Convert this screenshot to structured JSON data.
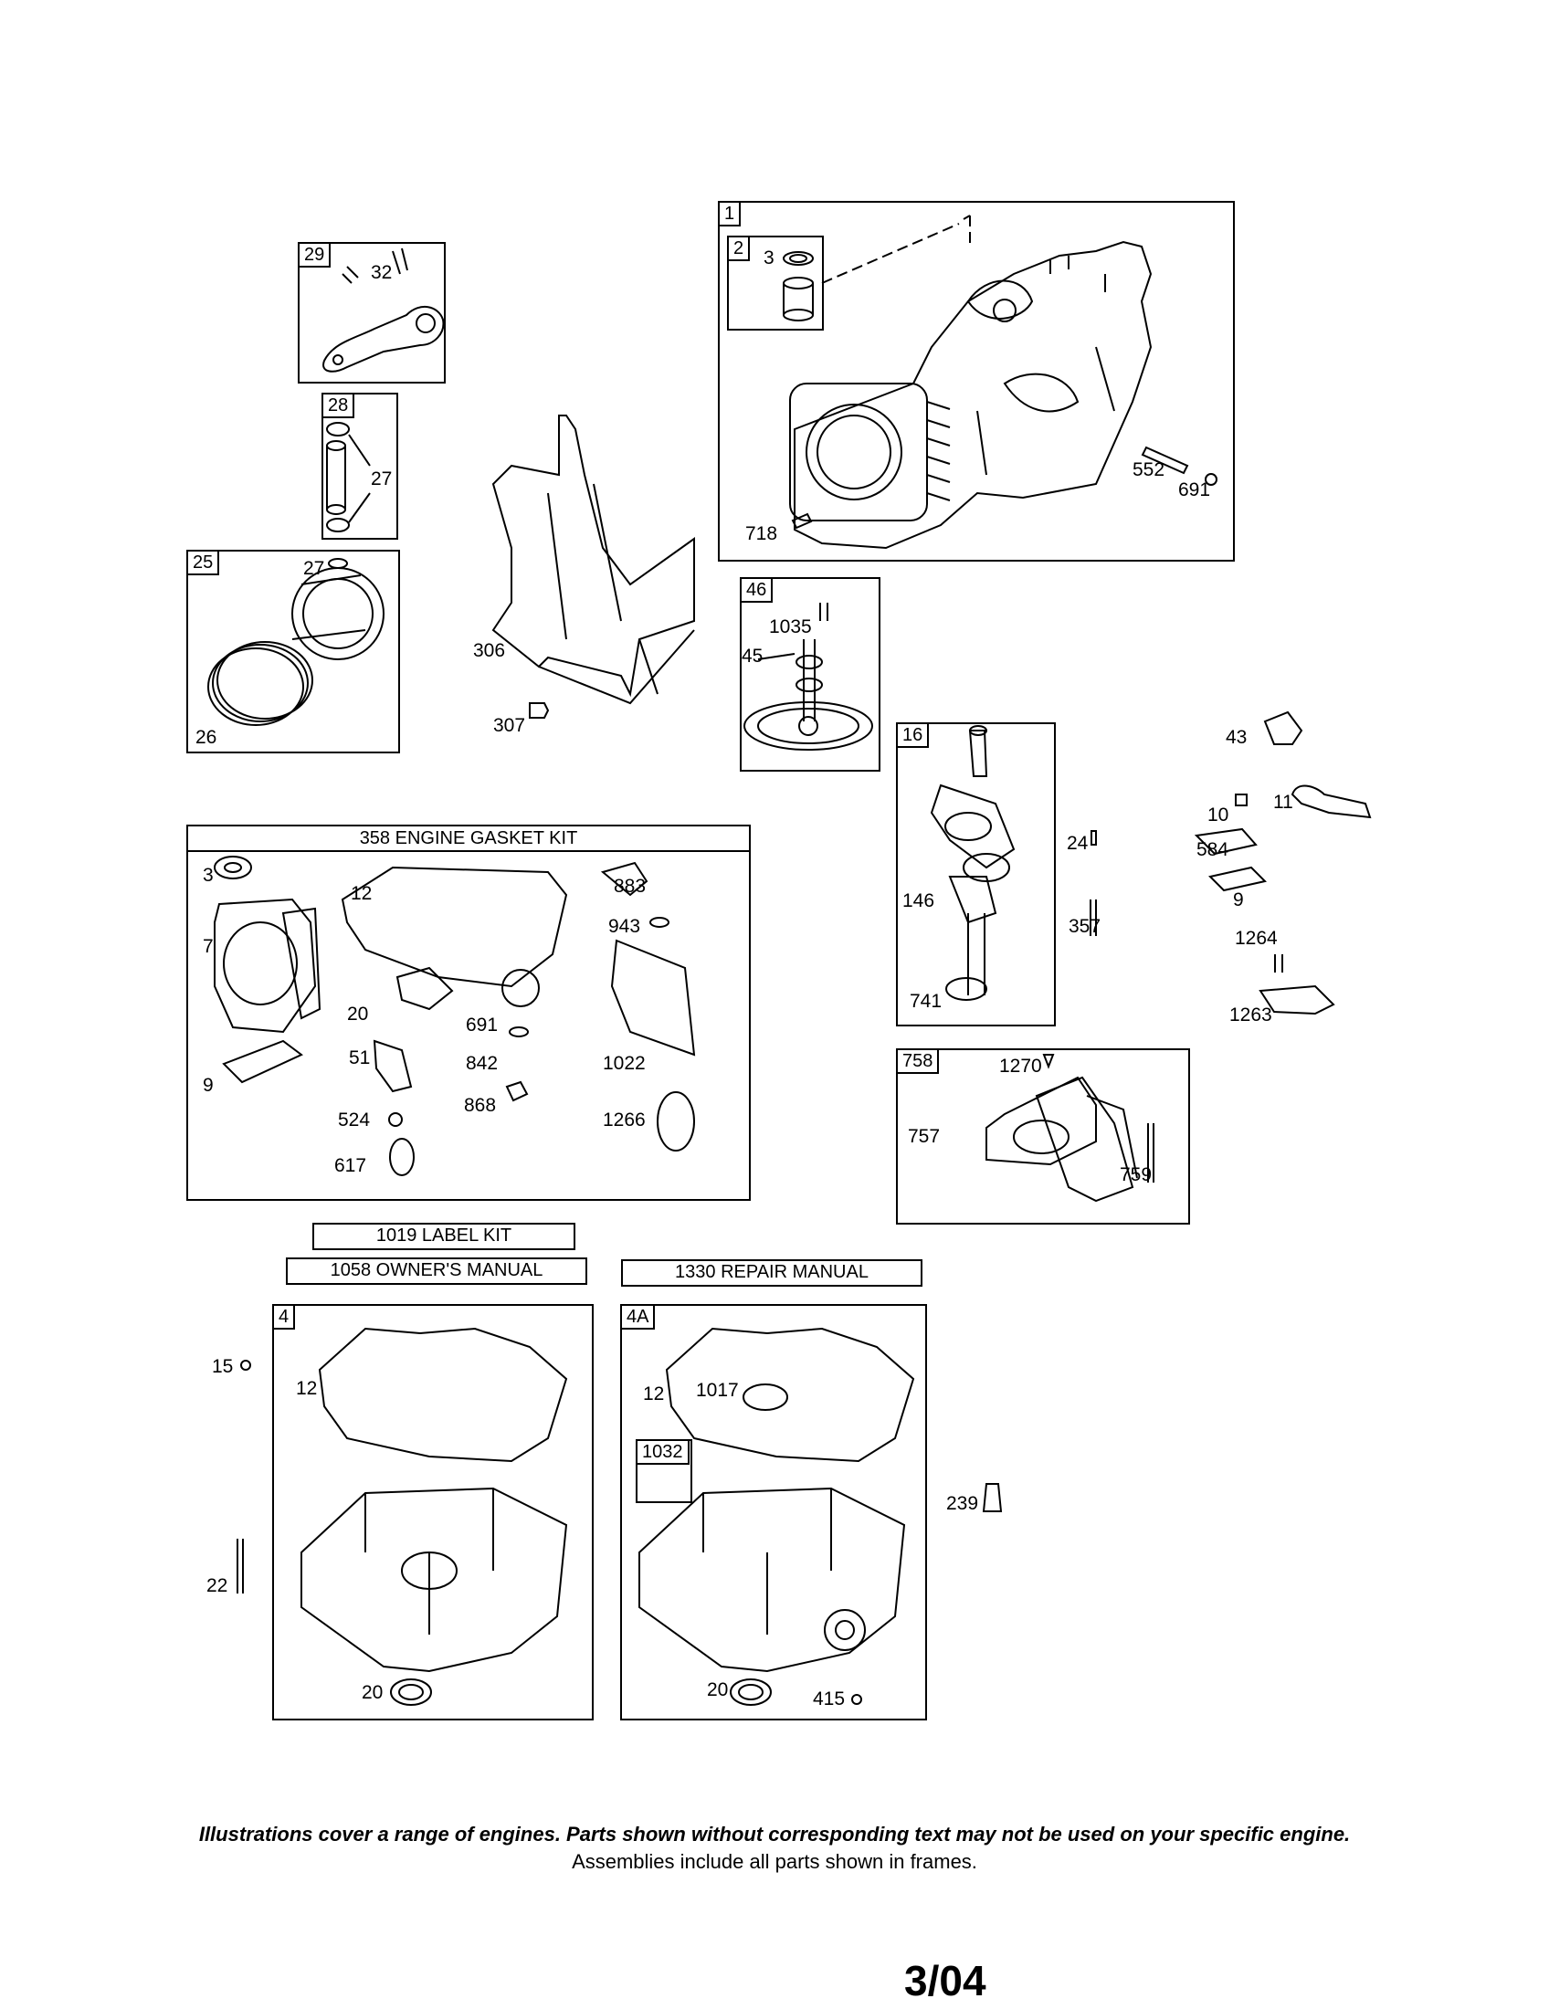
{
  "frames": {
    "f1": "1",
    "f2": "2",
    "f29": "29",
    "f28": "28",
    "f25": "25",
    "f46": "46",
    "f16": "16",
    "f758": "758",
    "f4": "4",
    "f4a": "4A",
    "f1032": "1032"
  },
  "boxes": {
    "gasket_kit": "358 ENGINE GASKET KIT",
    "label_kit": "1019 LABEL KIT",
    "owners_manual": "1058 OWNER'S MANUAL",
    "repair_manual": "1330 REPAIR MANUAL"
  },
  "labels": {
    "p3_top": "3",
    "p552": "552",
    "p691_top": "691",
    "p718": "718",
    "p32": "32",
    "p27a": "27",
    "p27b": "27",
    "p26": "26",
    "p306": "306",
    "p307": "307",
    "p1035": "1035",
    "p45": "45",
    "p43": "43",
    "p10": "10",
    "p11": "11",
    "p584": "584",
    "p9_right": "9",
    "p1264": "1264",
    "p1263": "1263",
    "p24": "24",
    "p146": "146",
    "p357": "357",
    "p741": "741",
    "g3": "3",
    "g12": "12",
    "g883": "883",
    "g943": "943",
    "g7": "7",
    "g20": "20",
    "g691": "691",
    "g51": "51",
    "g842": "842",
    "g1022": "1022",
    "g9": "9",
    "g868": "868",
    "g524": "524",
    "g1266": "1266",
    "g617": "617",
    "p1270": "1270",
    "p757": "757",
    "p759": "759",
    "p15": "15",
    "p22": "22",
    "s4_12": "12",
    "s4_20": "20",
    "s4a_12": "12",
    "p1017": "1017",
    "s4a_20": "20",
    "p415": "415",
    "p239": "239"
  },
  "footer": {
    "disclaimer": "Illustrations cover a range of engines. Parts shown without corresponding text may not be used on your specific engine.",
    "note": "Assemblies include all parts shown in frames.",
    "date": "3/04"
  }
}
